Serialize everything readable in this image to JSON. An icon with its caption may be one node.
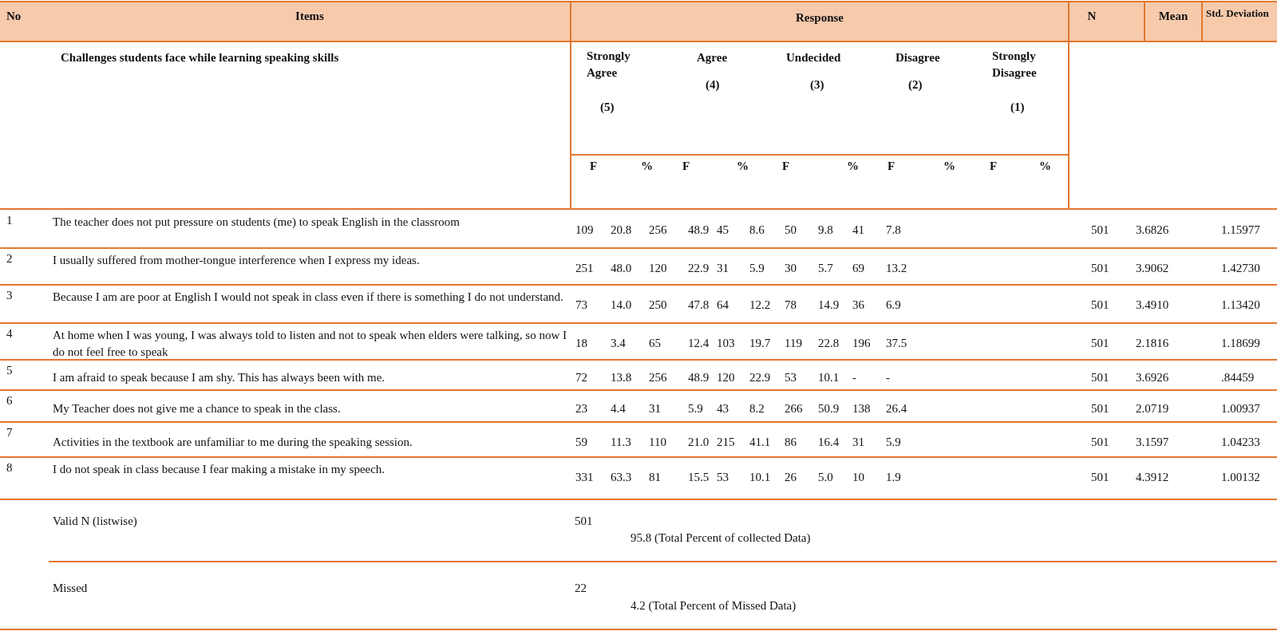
{
  "diagram": {
    "labels": [
      "No",
      "Items",
      "Response",
      "N",
      "Mean",
      "Std. Deviation",
      "Challenges students face while learning speaking skills",
      "Strongly Agree",
      "(5)",
      "Agree",
      "(4)",
      "Undecided",
      "(3)",
      "Disagree",
      "(2)",
      "Strongly Disagree",
      "(1)",
      "F",
      "%",
      "F",
      "%",
      "F",
      "%",
      "F",
      "%",
      "F",
      "%",
      "1",
      "The teacher does not put pressure on students (me) to speak English in the classroom",
      "109",
      "20.8",
      "256",
      "48.9",
      "45",
      "8.6",
      "50",
      "9.8",
      "41",
      "7.8",
      "501",
      "3.6826",
      "1.15977",
      "2",
      "I usually suffered from mother-tongue interference when I express my ideas.",
      "251",
      "48.0",
      "120",
      "22.9",
      "31",
      "5.9",
      "30",
      "5.7",
      "69",
      "13.2",
      "501",
      "3.9062",
      "1.42730",
      "3",
      "Because I am are poor at English I would not speak in class even if there is something I do not understand.",
      "73",
      "14.0",
      "250",
      "47.8",
      "64",
      "12.2",
      "78",
      "14.9",
      "36",
      "6.9",
      "501",
      "3.4910",
      "1.13420",
      "4",
      "At home when I was young, I was always told to listen and not to speak when elders were talking, so now I do not feel free to speak",
      "18",
      "3.4",
      "65",
      "12.4",
      "103",
      "19.7",
      "119",
      "22.8",
      "196",
      "37.5",
      "501",
      "2.1816",
      "1.18699",
      "5",
      "I am afraid to speak because I am shy. This has always been with me.",
      "72",
      "13.8",
      "256",
      "48.9",
      "120",
      "22.9",
      "53",
      "10.1",
      "-",
      "-",
      "501",
      "3.6926",
      ".84459",
      "6",
      "My Teacher does not give me a chance to speak in the class.",
      "23",
      "4.4",
      "31",
      "5.9",
      "43",
      "8.2",
      "266",
      "50.9",
      "138",
      "26.4",
      "501",
      "2.0719",
      "1.00937",
      "7",
      "Activities in the textbook are unfamiliar to me during the speaking session.",
      "59",
      "11.3",
      "110",
      "21.0",
      "215",
      "41.1",
      "86",
      "16.4",
      "31",
      "5.9",
      "501",
      "3.1597",
      "1.04233",
      "8",
      "I do not speak in class because I fear making a mistake in my speech.",
      "331",
      "63.3",
      "81",
      "15.5",
      "53",
      "10.1",
      "26",
      "5.0",
      "10",
      "1.9",
      "501",
      "4.3912",
      "1.00132",
      "Valid N (listwise)",
      "501",
      "95.8 (Total Percent of collected Data)",
      "Missed",
      "22",
      "4.2 (Total Percent of Missed Data)"
    ]
  }
}
